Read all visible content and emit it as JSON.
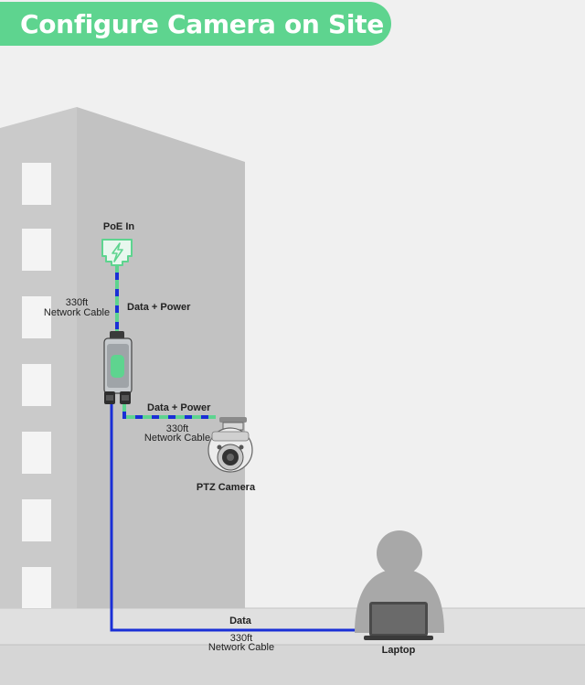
{
  "header": {
    "title": "Configure Camera on Site"
  },
  "labels": {
    "poe_in": "PoE In",
    "data_power_top": "Data + Power",
    "cable_top_length": "330ft",
    "cable_top_desc": "Network Cable",
    "data_power_mid": "Data + Power",
    "cable_mid_length": "330ft",
    "cable_mid_desc": "Network Cable",
    "ptz_camera": "PTZ Camera",
    "data_bottom": "Data",
    "cable_bottom_length": "330ft",
    "cable_bottom_desc": "Network Cable",
    "laptop": "Laptop"
  },
  "colors": {
    "accent_green": "#5ed48f",
    "cable_blue": "#1a2fd6",
    "building_front": "#c8c8c8",
    "building_side": "#bebebe",
    "ground": "#e2e2e2",
    "person": "#a8a8a8"
  },
  "icons": [
    "poe-plug-icon",
    "poe-extender-device-icon",
    "ptz-camera-icon",
    "person-icon",
    "laptop-icon"
  ]
}
